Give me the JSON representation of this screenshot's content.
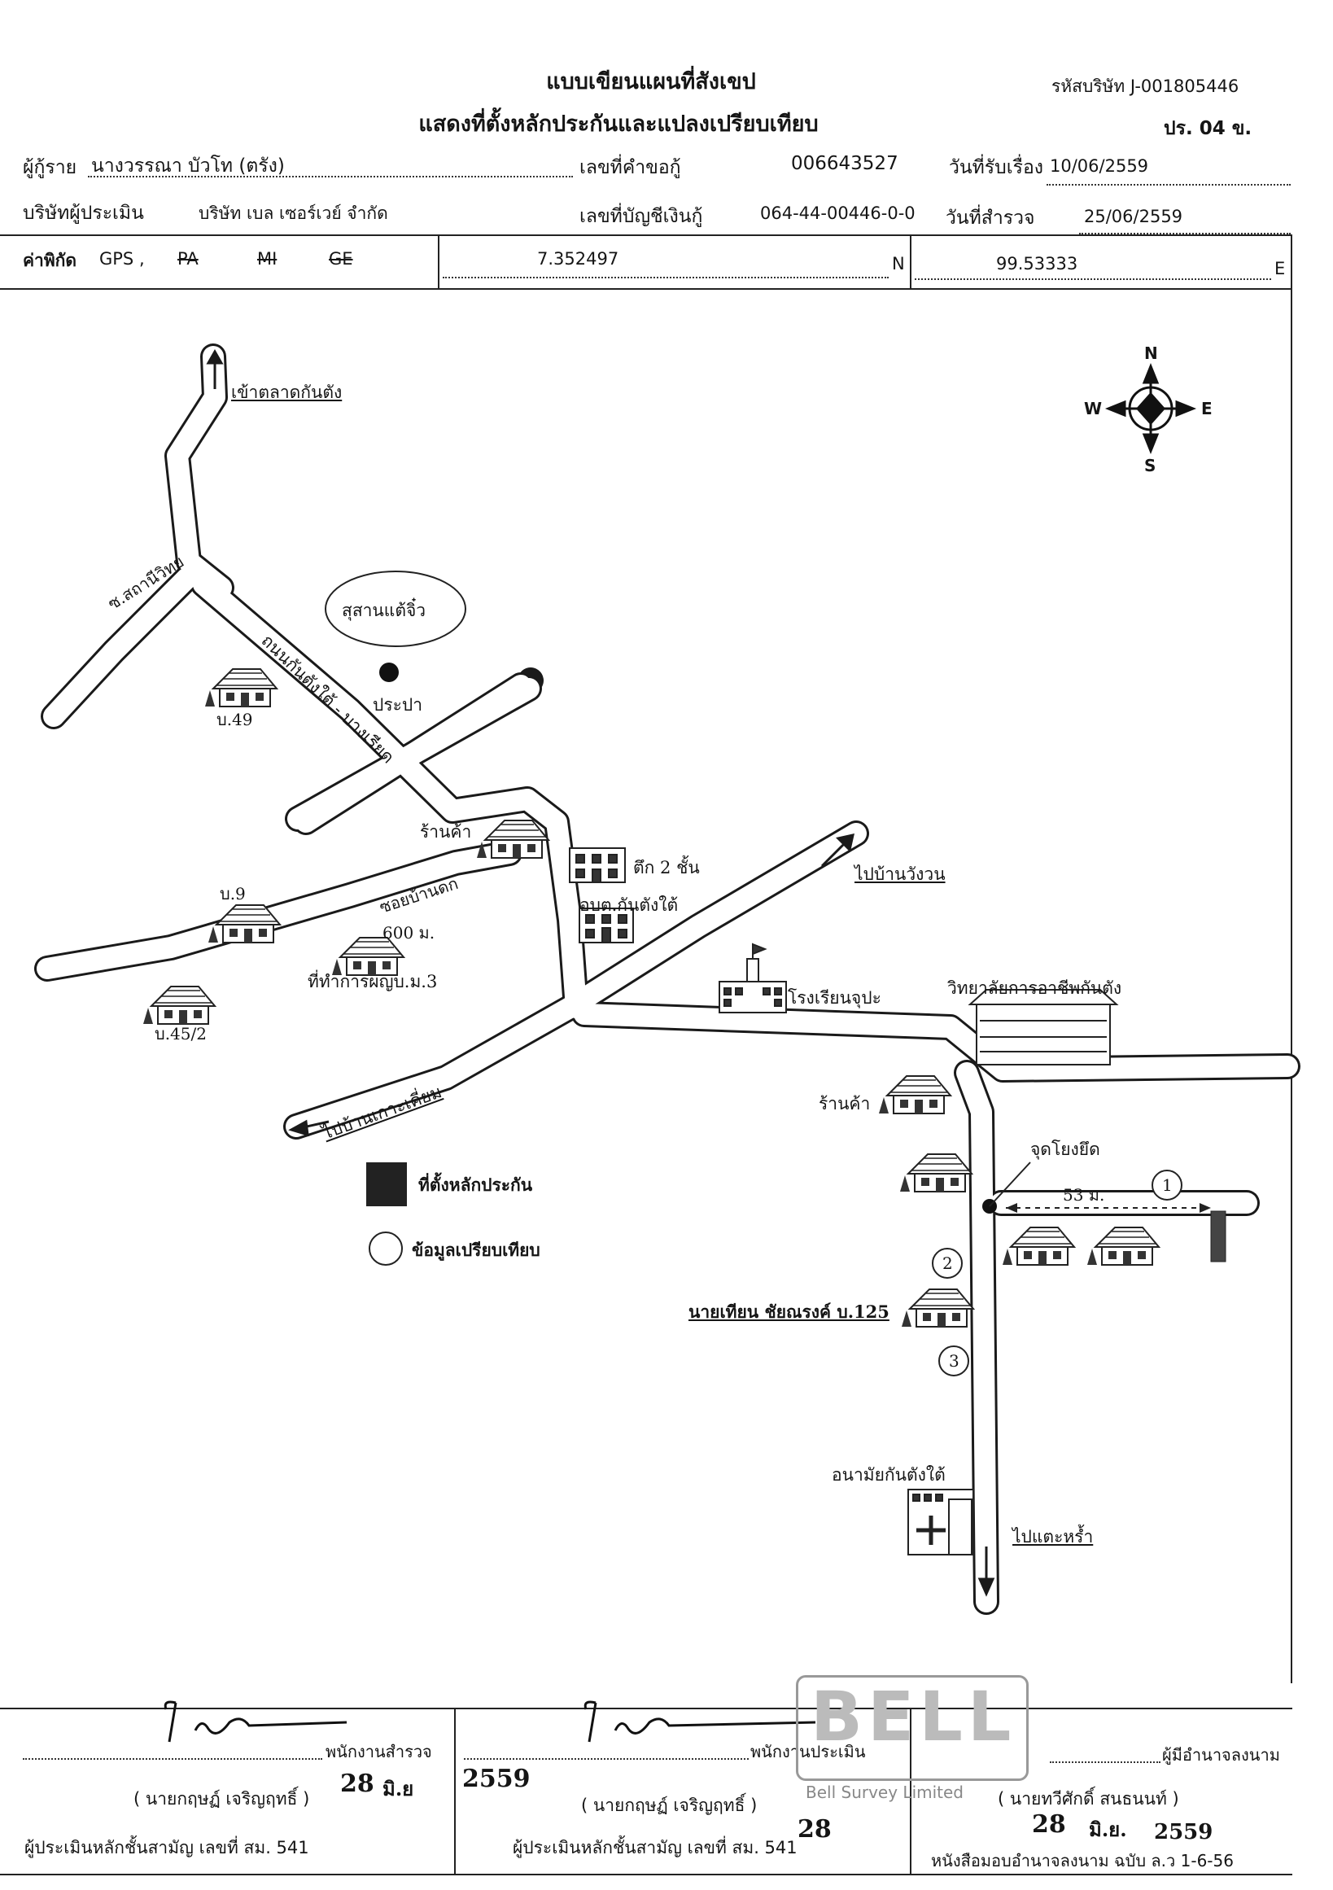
{
  "header": {
    "title_line1": "แบบเขียนแผนที่สังเขป",
    "title_line2": "แสดงที่ตั้งหลักประกันและแปลงเปรียบเทียบ",
    "company_code_label": "รหัสบริษัท J-001805446",
    "form_code_label": "ปร. 04 ข."
  },
  "info": {
    "borrower_label": "ผู้กู้ราย",
    "borrower_value": "นางวรรณา บัวโท (ตรัง)",
    "request_no_label": "เลขที่คำขอกู้",
    "request_no_value": "006643527",
    "received_date_label": "วันที่รับเรื่อง",
    "received_date_value": "10/06/2559",
    "appraiser_label": "บริษัทผู้ประเมิน",
    "appraiser_value": "บริษัท เบล เซอร์เวย์ จำกัด",
    "loan_account_label": "เลขที่บัญชีเงินกู้",
    "loan_account_value": "064-44-00446-0-0",
    "survey_date_label": "วันที่สำรวจ",
    "survey_date_value": "25/06/2559",
    "coord_label": "ค่าพิกัด",
    "coord_gps": "GPS ,",
    "coord_pa": "PA",
    "coord_mi": "MI",
    "coord_ge": "GE",
    "lat_value": "7.352497",
    "lat_unit": "N",
    "lon_value": "99.53333",
    "lon_unit": "E"
  },
  "compass": {
    "n": "N",
    "e": "E",
    "s": "S",
    "w": "W"
  },
  "map_labels": {
    "to_market": "เข้าตลาดกันตัง",
    "cemetery": "สุสานแต้จิ๋ว",
    "waterworks": "ประปา",
    "soi_satani": "ซ.สถานีวิทย",
    "main_road": "ถนนกันตังใต้ - บางเรียด",
    "house_49": "บ.49",
    "shop1": "ร้านค้า",
    "building_2fl": "ตึก 2 ชั้น",
    "tambon_office": "อบต.กันตังใต้",
    "to_wangwon": "ไปบ้านวังวน",
    "house_9": "บ.9",
    "soi_ban_dok": "ซอยบ้านดก",
    "dist_600": "600 ม.",
    "headman_office": "ที่ทำการผญบ.ม.3",
    "house_45_2": "บ.45/2",
    "school": "โรงเรียนจุปะ",
    "college": "วิทยาลัยการอาชีพกันตัง",
    "shop2": "ร้านค้า",
    "to_ko_sukon": "ไปบ้านเกาะเคี่ยม",
    "ref_point": "จุดโยงยึด",
    "dist_53": "53 ม.",
    "comp1": "1",
    "comp2": "2",
    "comp3": "3",
    "owner_house": "นายเทียน ชัยณรงค์ บ.125",
    "health_center": "อนามัยกันตังใต้",
    "to_pae_rah": "ไปแตะหร้ำ"
  },
  "legend": {
    "collateral": "ที่ตั้งหลักประกัน",
    "comparison": "ข้อมูลเปรียบเทียบ"
  },
  "signatures": {
    "surveyor_role": "พนักงานสำรวจ",
    "surveyor_name": "( นายกฤษฏ์ เจริญฤทธิ์ )",
    "surveyor_date_day": "28",
    "surveyor_date_month": "มิ.ย",
    "surveyor_date_year": "2559",
    "surveyor_license": "ผู้ประเมินหลักชั้นสามัญ เลขที่ สม. 541",
    "appraiser_role": "พนักงานประเมิน",
    "appraiser_name": "( นายกฤษฏ์ เจริญฤทธิ์ )",
    "appraiser_date": "28",
    "appraiser_license": "ผู้ประเมินหลักชั้นสามัญ เลขที่ สม. 541",
    "authorized_role": "ผู้มีอำนาจลงนาม",
    "authorized_name": "( นายทวีศักดิ์ สนธนนท์ )",
    "authorized_date_day": "28",
    "authorized_date_month": "มิ.ย.",
    "authorized_date_year": "2559",
    "authorized_doc": "หนังสือมอบอำนาจลงนาม ฉบับ ล.ว 1-6-56",
    "stamp_brand": "BELL",
    "stamp_text": "Bell Survey Limited"
  }
}
